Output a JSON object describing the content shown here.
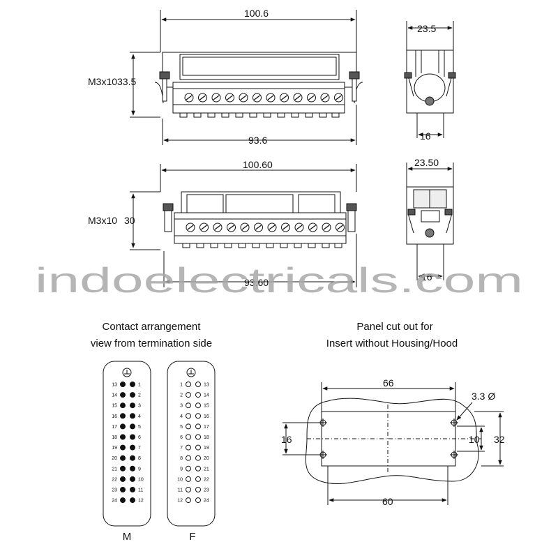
{
  "top_front": {
    "width_label": "100.6",
    "height_label": "33.5",
    "screw_label": "M3x10",
    "bottom_label": "93.6"
  },
  "top_side": {
    "width_label": "23.5",
    "bottom_label": "16"
  },
  "mid_front": {
    "width_label": "100.60",
    "height_label": "30",
    "screw_label": "M3x10",
    "bottom_label": "93.60"
  },
  "mid_side": {
    "width_label": "23.50",
    "bottom_label": "16"
  },
  "watermark": "indoelectricals.com",
  "contact": {
    "title_line1": "Contact arrangement",
    "title_line2": "view from termination side",
    "male_label": "M",
    "female_label": "F",
    "male_left": [
      "13",
      "14",
      "15",
      "16",
      "17",
      "18",
      "19",
      "20",
      "21",
      "22",
      "23",
      "24"
    ],
    "male_right": [
      "1",
      "2",
      "3",
      "4",
      "5",
      "6",
      "7",
      "8",
      "9",
      "10",
      "11",
      "12"
    ],
    "female_left": [
      "1",
      "2",
      "3",
      "4",
      "5",
      "6",
      "7",
      "8",
      "9",
      "10",
      "11",
      "12"
    ],
    "female_right": [
      "13",
      "14",
      "15",
      "16",
      "17",
      "18",
      "19",
      "20",
      "21",
      "22",
      "23",
      "24"
    ]
  },
  "panel": {
    "title_line1": "Panel cut out for",
    "title_line2": "Insert without Housing/Hood",
    "top_label": "66",
    "hole_label": "3.3 Ø",
    "left_label": "16",
    "inner_label": "10",
    "right_label": "32",
    "bottom_label": "60"
  }
}
